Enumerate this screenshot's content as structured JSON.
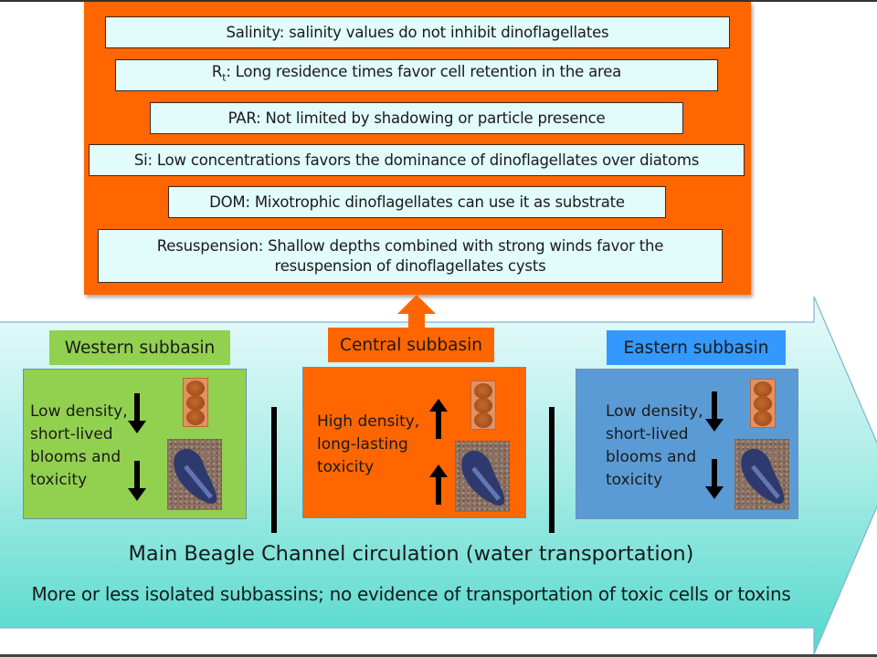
{
  "colors": {
    "factors_bg": "#ff6600",
    "factor_box_bg": "#e2fbfb",
    "western": "#92d050",
    "central": "#ff6600",
    "eastern_label": "#3399ff",
    "eastern_panel": "#5b9bd5",
    "channel_top": "#e6fafa",
    "channel_bottom": "#52d9cc"
  },
  "factors": [
    {
      "id": "salinity",
      "text": "Salinity: salinity values do not inhibit dinoflagellates"
    },
    {
      "id": "residence-time",
      "symbol": "R",
      "symbol_sub": "t",
      "text": ":  Long residence times favor cell retention  in the area"
    },
    {
      "id": "par",
      "text": "PAR: Not limited by shadowing or particle presence"
    },
    {
      "id": "silicate",
      "text": "Si: Low concentrations favors the dominance of dinoflagellates over diatoms"
    },
    {
      "id": "dom",
      "text": "DOM: Mixotrophic dinoflagellates can use it as substrate"
    },
    {
      "id": "resuspension",
      "line1": "Resuspension: Shallow depths combined with strong winds favor the",
      "line2": "resuspension of dinoflagellates cysts"
    }
  ],
  "subbasins": [
    {
      "id": "western",
      "label": "Western subbasin",
      "lines": [
        "Low density,",
        "short-lived",
        "blooms and",
        "toxicity"
      ],
      "trend": "down",
      "trend_icon": "arrow-down-icon"
    },
    {
      "id": "central",
      "label": "Central subbasin",
      "lines": [
        "High density,",
        "long-lasting",
        "toxicity"
      ],
      "trend": "up",
      "trend_icon": "arrow-up-icon"
    },
    {
      "id": "eastern",
      "label": "Eastern subbasin",
      "lines": [
        "Low density,",
        "short-lived",
        "blooms and",
        "toxicity"
      ],
      "trend": "down",
      "trend_icon": "arrow-down-icon"
    }
  ],
  "channel": {
    "title": "Main Beagle Channel circulation (water transportation)",
    "note": "More or less isolated subbassins; no evidence of transportation of toxic cells or toxins"
  }
}
